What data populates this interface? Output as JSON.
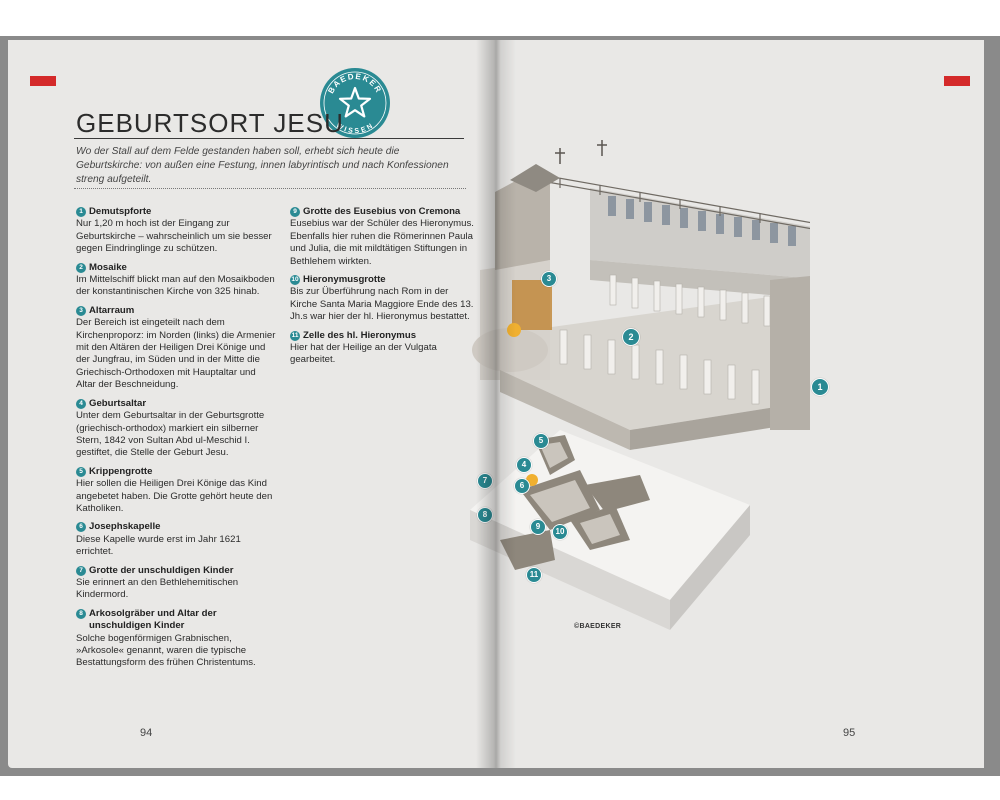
{
  "left_page": {
    "title": "GEBURTSORT JESU",
    "badge": {
      "top_text": "BAEDEKER",
      "bottom_text": "WISSEN"
    },
    "intro": "Wo der Stall auf dem Felde gestanden haben soll, erhebt sich heute die Geburtskirche: von außen eine Festung, innen labyrintisch und nach Konfessionen streng aufgeteilt.",
    "entries_col1": [
      {
        "num": "1",
        "title": "Demutspforte",
        "text": "Nur 1,20 m hoch ist der Eingang zur Geburtskirche – wahrscheinlich um sie besser gegen Eindringlinge zu schützen."
      },
      {
        "num": "2",
        "title": "Mosaike",
        "text": "Im Mittelschiff blickt man auf den Mosaikboden der konstantinischen Kirche von 325 hinab."
      },
      {
        "num": "3",
        "title": "Altarraum",
        "text": "Der Bereich ist eingeteilt nach dem Kirchenproporz: im Norden (links) die Armenier mit den Altären der Heiligen Drei Könige und der Jungfrau, im Süden und in der Mitte die Griechisch-Orthodoxen mit Hauptaltar und Altar der Beschneidung."
      },
      {
        "num": "4",
        "title": "Geburtsaltar",
        "text": "Unter dem Geburtsaltar in der Geburtsgrotte (griechisch-orthodox) markiert ein silberner Stern, 1842 von Sultan Abd ul-Meschid I. gestiftet, die Stelle der Geburt Jesu."
      },
      {
        "num": "5",
        "title": "Krippengrotte",
        "text": "Hier sollen die Heiligen Drei Könige das Kind angebetet haben. Die Grotte gehört heute den Katholiken."
      },
      {
        "num": "6",
        "title": "Josephskapelle",
        "text": "Diese Kapelle wurde erst im Jahr 1621 errichtet."
      },
      {
        "num": "7",
        "title": "Grotte der unschuldigen Kinder",
        "text": "Sie erinnert an den Bethlehemitischen Kindermord."
      },
      {
        "num": "8",
        "title": "Arkosolgräber und Altar der unschuldigen Kinder",
        "text": "Solche bogenförmigen Grabnischen, »Arkosole« genannt, waren die typische Bestattungsform des frühen Christentums."
      }
    ],
    "entries_col2": [
      {
        "num": "9",
        "title": "Grotte des Eusebius von Cremona",
        "text": "Eusebius war der Schüler des Hieronymus. Ebenfalls hier ruhen die Römerinnen Paula und Julia, die mit mildtätigen Stiftungen in Bethlehem wirkten."
      },
      {
        "num": "10",
        "title": "Hieronymusgrotte",
        "text": "Bis zur Überführung nach Rom in der Kirche Santa Maria Maggiore Ende des 13. Jh.s war hier der hl. Hieronymus bestattet."
      },
      {
        "num": "11",
        "title": "Zelle des hl. Hieronymus",
        "text": "Hier hat der Heilige an der Vulgata gearbeitet."
      }
    ],
    "page_number": "94"
  },
  "right_page": {
    "page_number": "95",
    "copyright": "©BAEDEKER",
    "markers": [
      "1",
      "2",
      "3",
      "4",
      "5",
      "6",
      "7",
      "8",
      "9",
      "10",
      "11"
    ]
  },
  "colors": {
    "accent_red": "#d42a2a",
    "marker_teal": "#2a8a93",
    "paper": "#e9e8e6"
  }
}
